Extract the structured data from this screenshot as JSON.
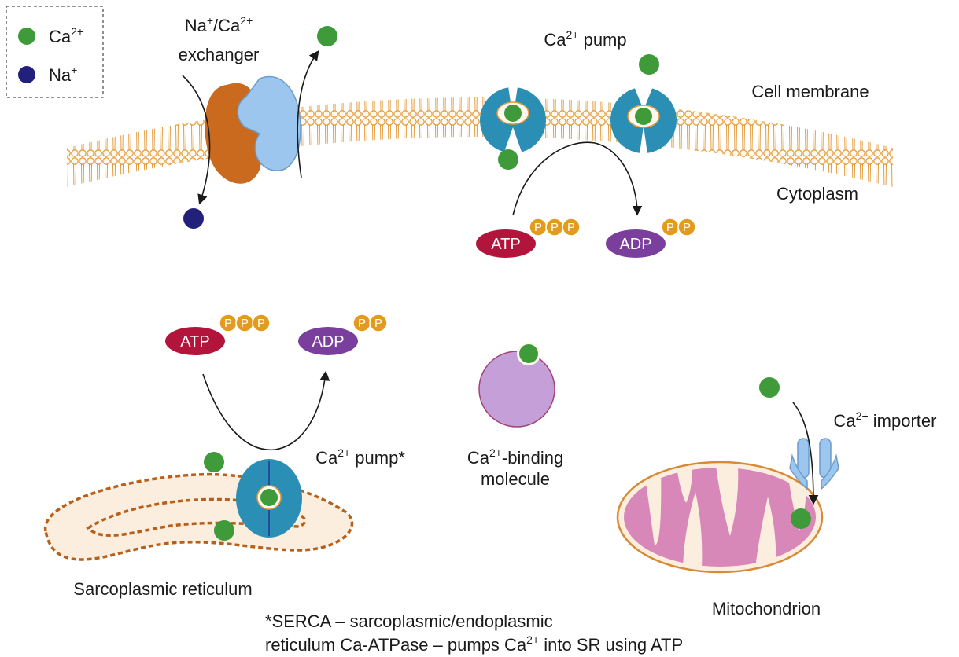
{
  "legend": {
    "ca_label": "Ca",
    "ca_sup": "2+",
    "na_label": "Na",
    "na_sup": "+"
  },
  "exchanger": {
    "line1_a": "Na",
    "line1_a_sup": "+",
    "line1_b": "/Ca",
    "line1_b_sup": "2+",
    "line2": "exchanger"
  },
  "pm_pump": {
    "label_a": "Ca",
    "label_sup": "2+",
    "label_b": " pump"
  },
  "regions": {
    "membrane": "Cell membrane",
    "cytoplasm": "Cytoplasm"
  },
  "energy": {
    "atp": "ATP",
    "adp": "ADP",
    "phosphate": "P"
  },
  "serca": {
    "label_a": "Ca",
    "label_sup": "2+",
    "label_b": " pump*"
  },
  "binding": {
    "line1_a": "Ca",
    "line1_sup": "2+",
    "line1_b": "-binding",
    "line2": "molecule"
  },
  "importer": {
    "label_a": "Ca",
    "label_sup": "2+",
    "label_b": " importer"
  },
  "organelles": {
    "sr": "Sarcoplasmic reticulum",
    "mito": "Mitochondrion"
  },
  "footnote": {
    "line1": "*SERCA – sarcoplasmic/endoplasmic",
    "line2_a": "reticulum Ca-ATPase – pumps Ca",
    "line2_sup": "2+",
    "line2_b": " into SR using ATP"
  },
  "colors": {
    "calcium": "#3f9a3a",
    "sodium": "#22207a",
    "membrane": "#e39b3a",
    "pump": "#2b8fb5",
    "exchanger_orange": "#c96a1f",
    "exchanger_blue": "#9cc6ee",
    "atp": "#b3143b",
    "adp": "#7a3f9c",
    "phosphate": "#e39b1c",
    "mito_fill": "#d888b8",
    "binding_fill": "#c5a0d8"
  }
}
